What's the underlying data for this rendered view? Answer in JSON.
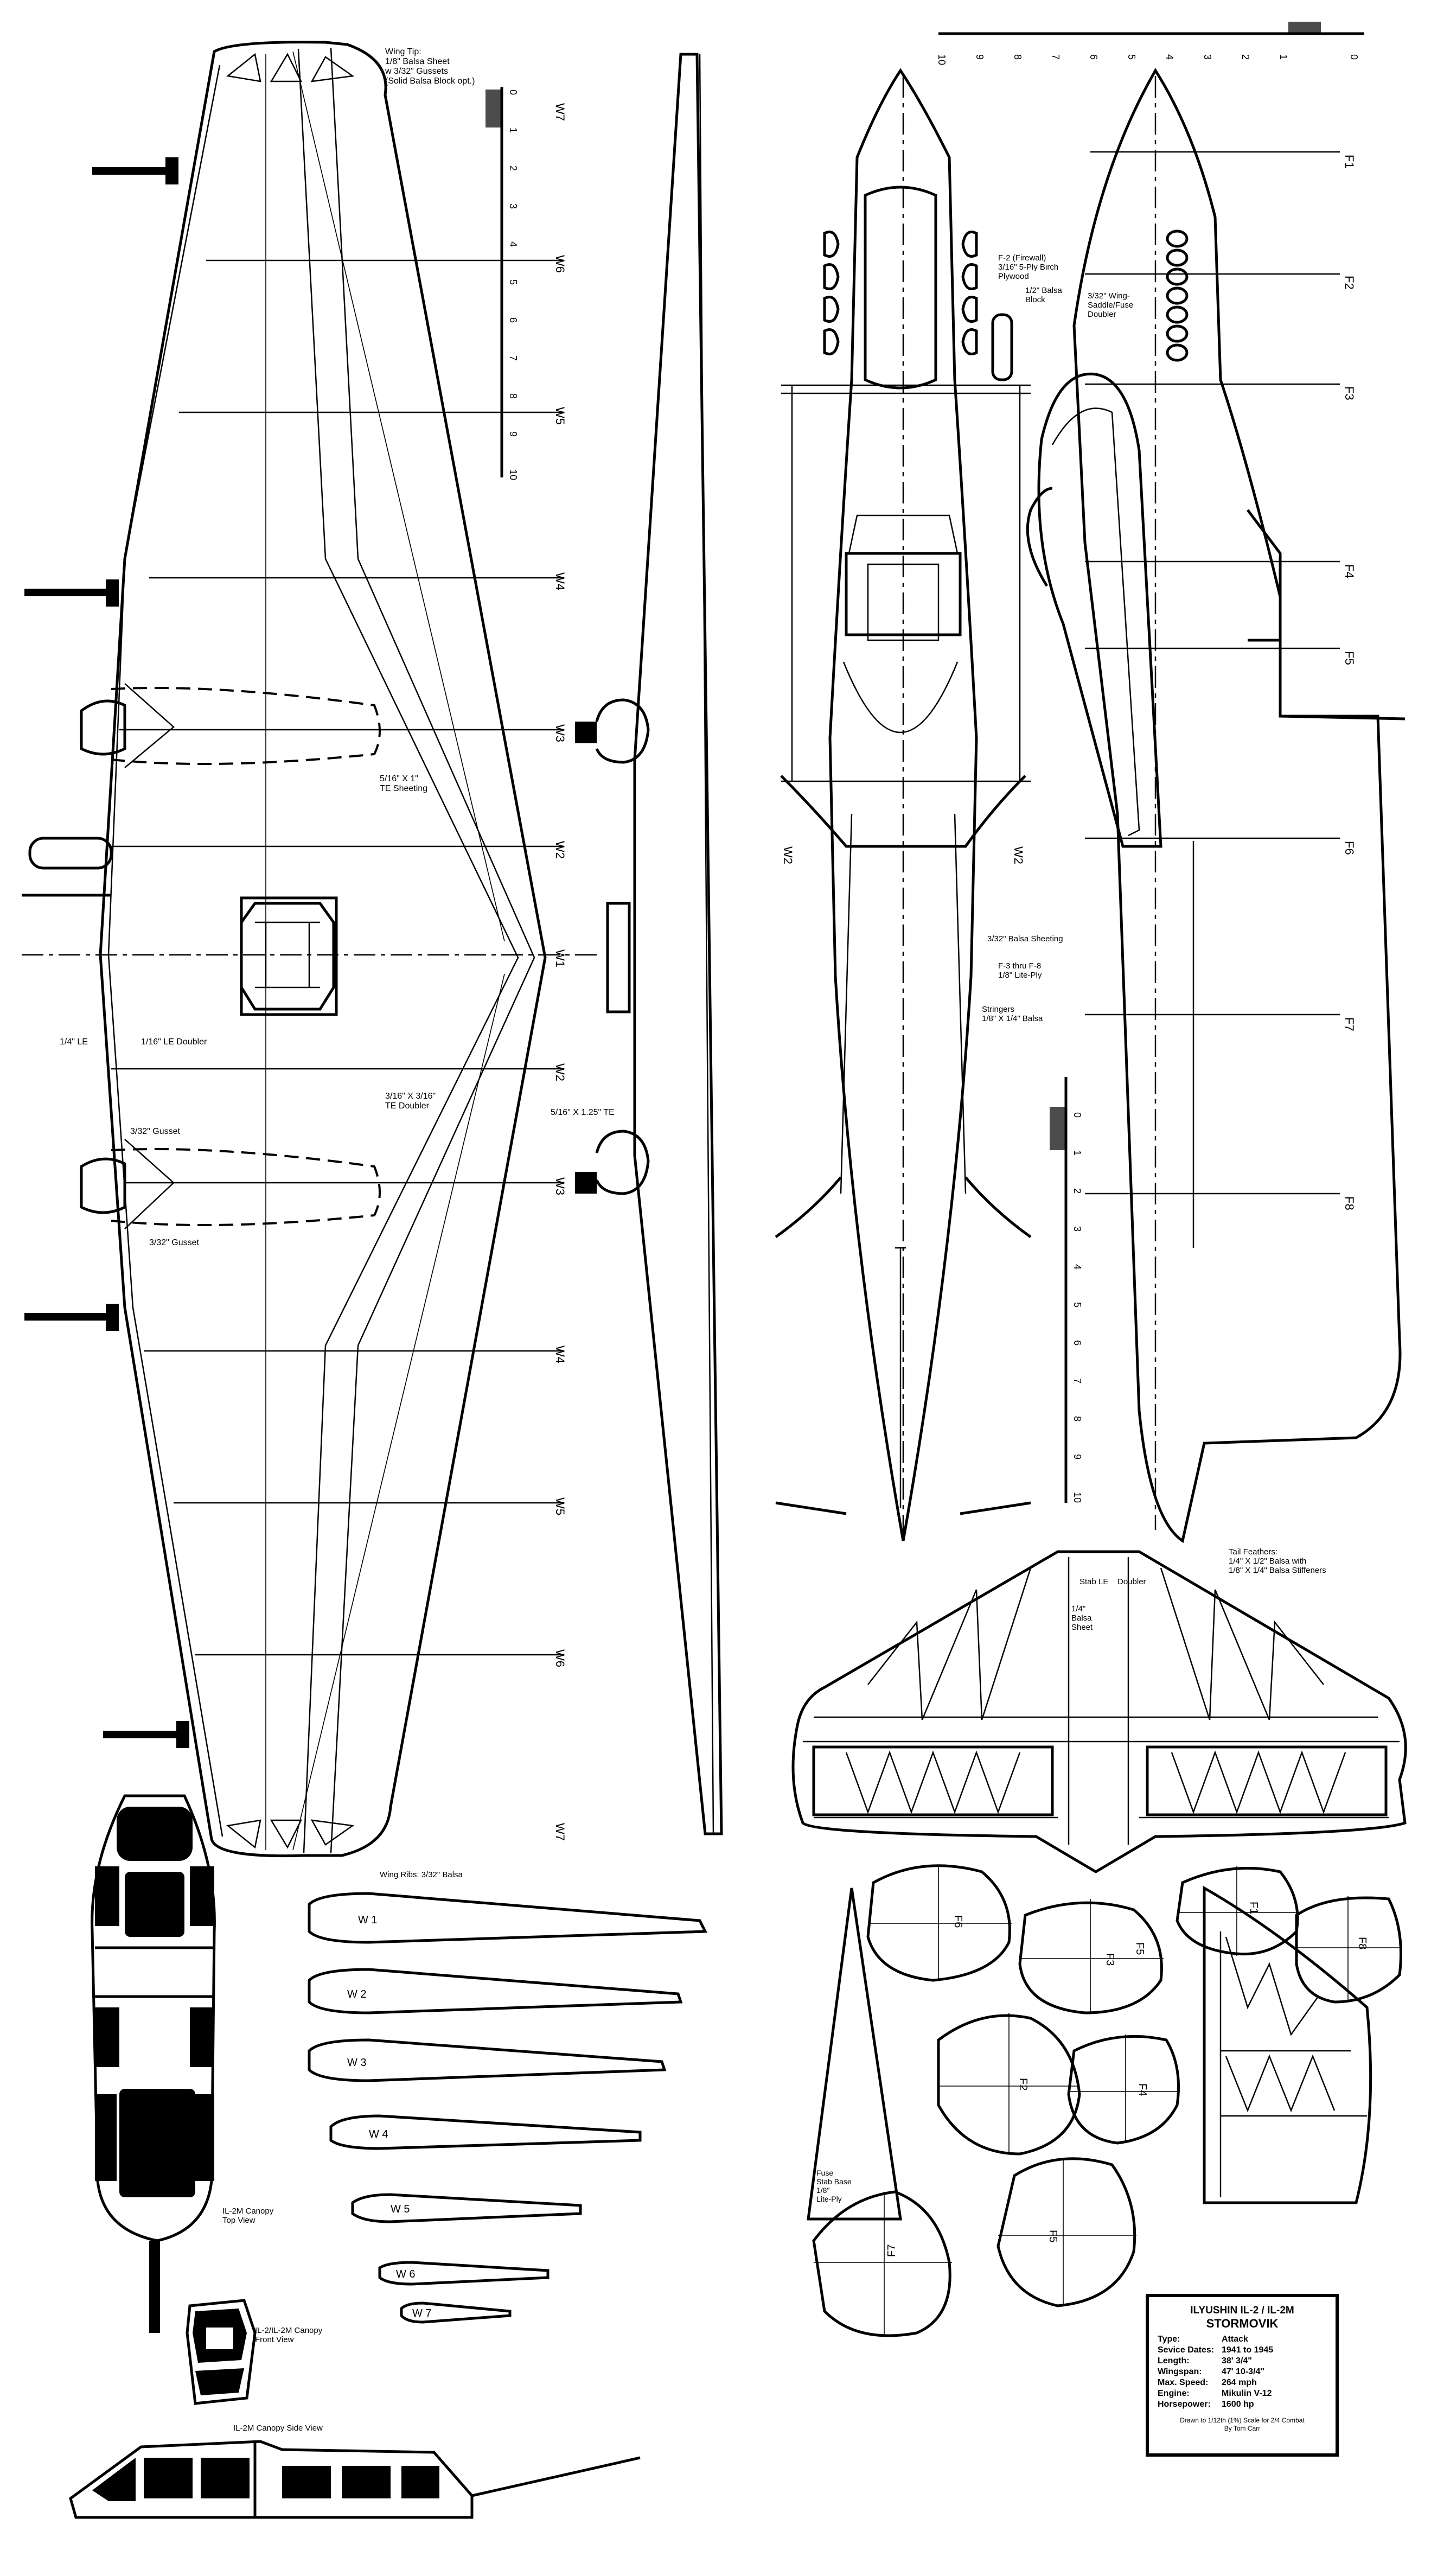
{
  "rib_labels_wing": [
    "W7",
    "W6",
    "W5",
    "W4",
    "W3",
    "W2",
    "W1",
    "W2",
    "W3",
    "W4",
    "W5",
    "W6",
    "W7"
  ],
  "former_labels": [
    "F1",
    "F2",
    "F3",
    "F4",
    "F5",
    "F6",
    "F7",
    "F8"
  ],
  "scale_numbers": [
    "0",
    "1",
    "2",
    "3",
    "4",
    "5",
    "6",
    "7",
    "8",
    "9",
    "10"
  ],
  "annotations": {
    "wing_tip": [
      "Wing Tip:",
      "1/8\" Balsa Sheet",
      "w 3/32\" Gussets",
      "(Solid Balsa Block opt.)"
    ],
    "te_sheeting": [
      "5/16\" X 1\"",
      "TE Sheeting"
    ],
    "le": "1/4\" LE",
    "le_doubler": "1/16\" LE Doubler",
    "gusset_top": "3/32\" Gusset",
    "gusset_bottom": "3/32\" Gusset",
    "te_doubler": [
      "3/16\" X 3/16\"",
      "TE Doubler"
    ],
    "te": "5/16\" X 1.25\" TE",
    "firewall": [
      "F-2 (Firewall)",
      "3/16\" 5-Ply Birch",
      "Plywood"
    ],
    "balsa_block": [
      "1/2\" Balsa",
      "Block"
    ],
    "wing_saddle": [
      "3/32\" Wing-",
      "Saddle/Fuse",
      "Doubler"
    ],
    "balsa_sheeting": "3/32\" Balsa Sheeting",
    "f3_f8": [
      "F-3 thru F-8",
      "1/8\" Lite-Ply"
    ],
    "stringers": [
      "Stringers",
      "1/8\" X 1/4\" Balsa"
    ],
    "tail_feathers": [
      "Tail Feathers:",
      "1/4\" X 1/2\" Balsa with",
      "1/8\" X 1/4\" Balsa Stiffeners"
    ],
    "stab_le": "Stab LE",
    "doubler": "Doubler",
    "balsa_sheet": [
      "1/4\"",
      "Balsa",
      "Sheet"
    ],
    "wing_ribs": "Wing Ribs:   3/32\" Balsa",
    "fuse_stab_base": [
      "Fuse",
      "Stab Base",
      "1/8\"",
      "Lite-Ply"
    ],
    "canopy_top": [
      "IL-2M Canopy",
      "Top View"
    ],
    "canopy_front": [
      "IL-2/IL-2M Canopy",
      "Front View"
    ],
    "canopy_side": "IL-2M Canopy  Side View"
  },
  "rib_parts": [
    "W 1",
    "W 2",
    "W 3",
    "W 4",
    "W 5",
    "W 6",
    "W 7"
  ],
  "former_parts": [
    "F6",
    "F5",
    "F3",
    "F2",
    "F4",
    "F1",
    "F8",
    "F7",
    "F5"
  ],
  "spec": {
    "title": "ILYUSHIN  IL-2 / IL-2M",
    "subtitle": "STORMOVIK",
    "rows": [
      {
        "k": "Type:",
        "v": "Attack"
      },
      {
        "k": "Sevice Dates:",
        "v": "1941 to 1945"
      },
      {
        "k": "Length:",
        "v": "38' 3/4\""
      },
      {
        "k": "Wingspan:",
        "v": "47' 10-3/4\""
      },
      {
        "k": "Max. Speed:",
        "v": "264 mph"
      },
      {
        "k": "Engine:",
        "v": "Mikulin V-12"
      },
      {
        "k": "Horsepower:",
        "v": "1600 hp"
      }
    ],
    "footer": [
      "Drawn to 1/12th (1%) Scale for 2/4 Combat",
      "By Tom Carr"
    ]
  }
}
